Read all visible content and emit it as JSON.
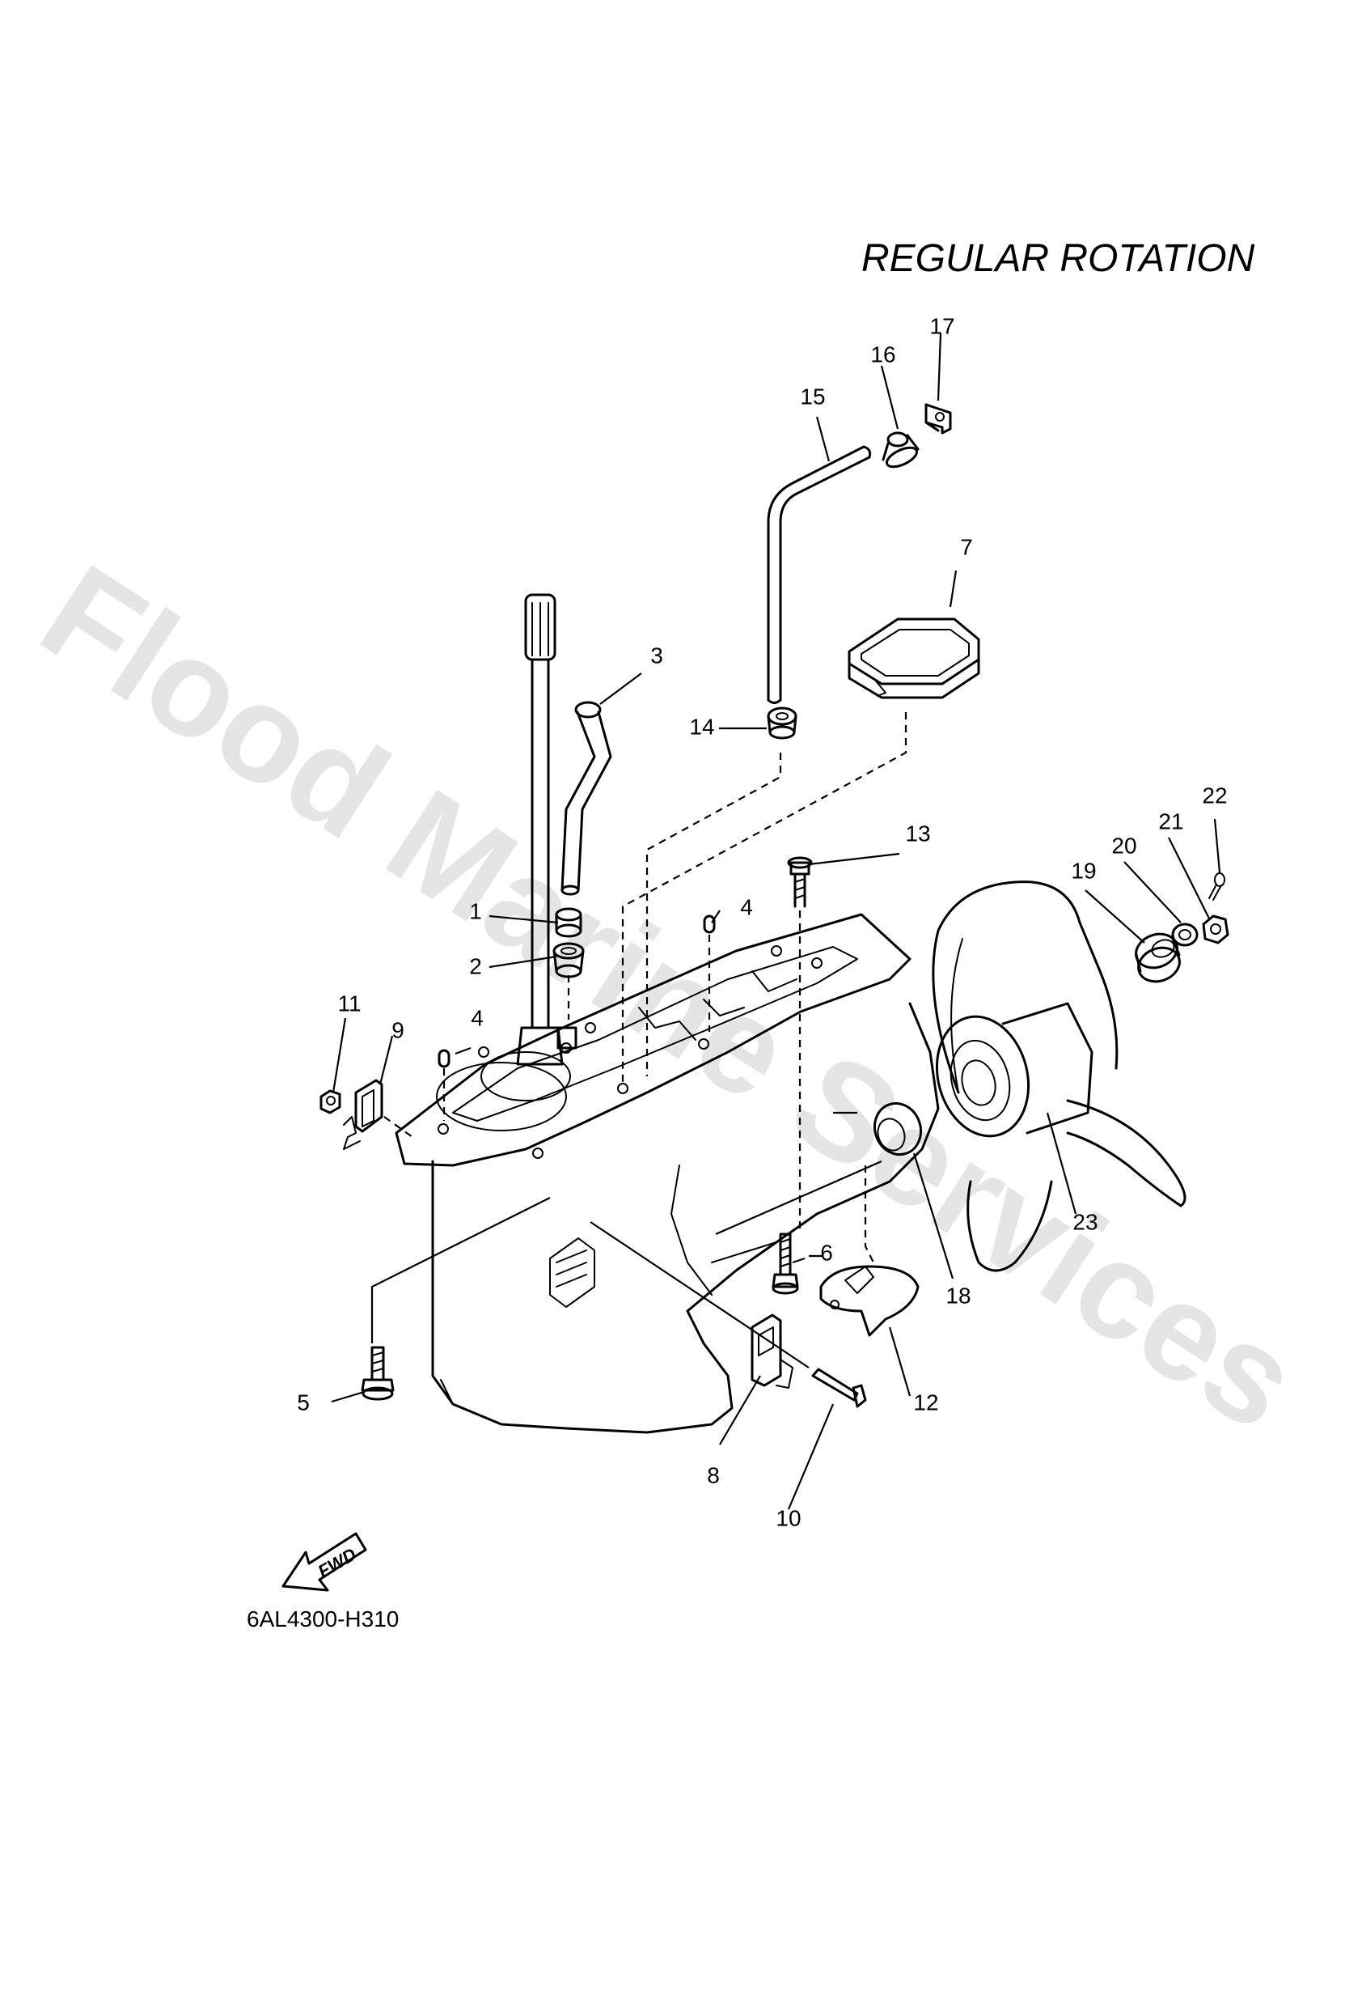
{
  "title": "REGULAR ROTATION",
  "diagram_code": "6AL4300-H310",
  "fwd_label": "FWD",
  "watermark": "Flood Marine Services",
  "callouts": [
    {
      "id": "c1",
      "label": "1"
    },
    {
      "id": "c2",
      "label": "2"
    },
    {
      "id": "c3",
      "label": "3"
    },
    {
      "id": "c4a",
      "label": "4"
    },
    {
      "id": "c4b",
      "label": "4"
    },
    {
      "id": "c5",
      "label": "5"
    },
    {
      "id": "c6",
      "label": "6"
    },
    {
      "id": "c7",
      "label": "7"
    },
    {
      "id": "c8",
      "label": "8"
    },
    {
      "id": "c9",
      "label": "9"
    },
    {
      "id": "c10",
      "label": "10"
    },
    {
      "id": "c11",
      "label": "11"
    },
    {
      "id": "c12",
      "label": "12"
    },
    {
      "id": "c13",
      "label": "13"
    },
    {
      "id": "c14",
      "label": "14"
    },
    {
      "id": "c15",
      "label": "15"
    },
    {
      "id": "c16",
      "label": "16"
    },
    {
      "id": "c17",
      "label": "17"
    },
    {
      "id": "c18",
      "label": "18"
    },
    {
      "id": "c19",
      "label": "19"
    },
    {
      "id": "c20",
      "label": "20"
    },
    {
      "id": "c21",
      "label": "21"
    },
    {
      "id": "c22",
      "label": "22"
    },
    {
      "id": "c23",
      "label": "23"
    }
  ]
}
